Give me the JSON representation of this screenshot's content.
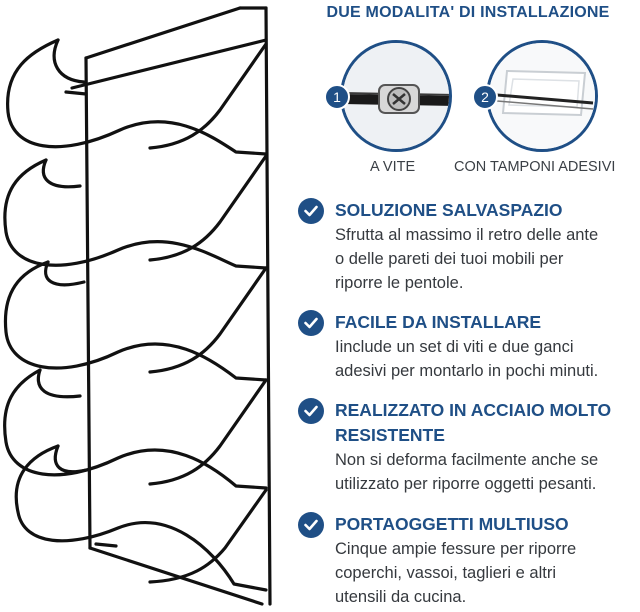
{
  "install": {
    "title": "DUE MODALITA' DI INSTALLAZIONE",
    "options": [
      {
        "number": "1",
        "label": "A VITE",
        "icon": "screw-icon"
      },
      {
        "number": "2",
        "label": "CON TAMPONI ADESIVI",
        "icon": "adhesive-pad-icon"
      }
    ]
  },
  "features": [
    {
      "title": "SOLUZIONE SALVASPAZIO",
      "body": [
        "Sfrutta al massimo il retro delle ante",
        "o delle pareti dei tuoi mobili per",
        "riporre le pentole."
      ]
    },
    {
      "title": "FACILE DA INSTALLARE",
      "body": [
        "Iinclude un set di viti e due ganci",
        "adesivi per montarlo in pochi minuti."
      ]
    },
    {
      "title": [
        "REALIZZATO IN ACCIAIO MOLTO",
        "RESISTENTE"
      ],
      "body": [
        "Non si deforma facilmente anche se",
        "utilizzato per riporre oggetti pesanti."
      ]
    },
    {
      "title": "PORTAOGGETTI MULTIUSO",
      "body": [
        "Cinque ampie fessure per riporre",
        "coperchi, vassoi, taglieri e altri",
        "utensili da cucina."
      ]
    }
  ],
  "colors": {
    "accent": "#1f4f86",
    "text": "#35393e",
    "wire": "#111111"
  }
}
